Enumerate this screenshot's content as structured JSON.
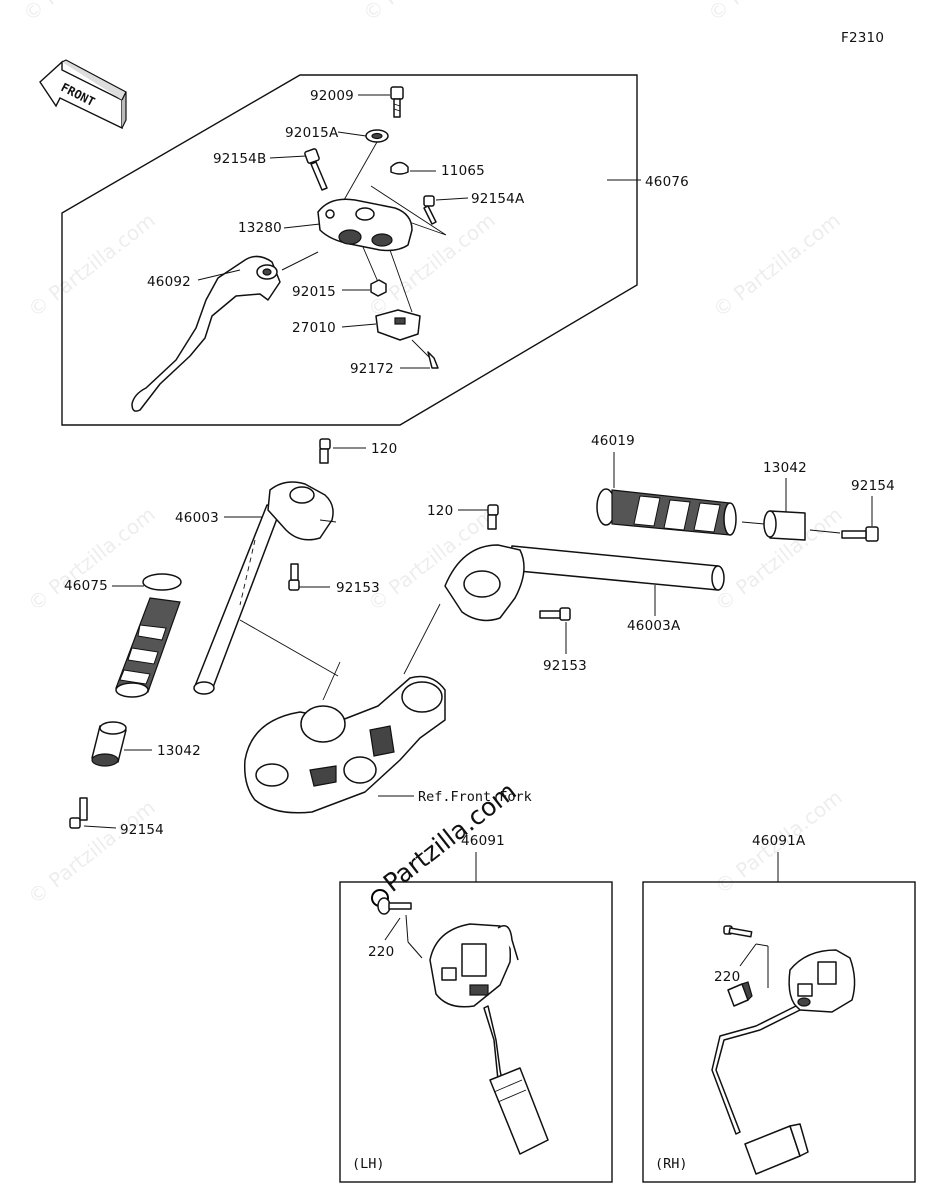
{
  "figure_code": "F2310",
  "front_arrow": "FRONT",
  "watermark": "© Partzilla.com",
  "watermark_big": "Partzilla.com",
  "top_group": {
    "assembly_label": "46076",
    "labels": {
      "p92009": "92009",
      "p92015A": "92015A",
      "p92154B": "92154B",
      "p11065": "11065",
      "p92154A": "92154A",
      "p13280": "13280",
      "p46092": "46092",
      "p92015": "92015",
      "p27010": "27010",
      "p92172": "92172"
    }
  },
  "handlebars": {
    "labels": {
      "p120_left": "120",
      "p46003": "46003",
      "p92153_left": "92153",
      "p46075": "46075",
      "p13042_left": "13042",
      "p92154_left": "92154",
      "p120_right": "120",
      "p46019": "46019",
      "p13042_right": "13042",
      "p92154_right": "92154",
      "p46003A": "46003A",
      "p92153_right": "92153",
      "ref_front_fork": "Ref.Front Fork"
    }
  },
  "switches": {
    "left": {
      "part": "46091",
      "screw": "220",
      "side": "(LH)"
    },
    "right": {
      "part": "46091A",
      "screw": "220",
      "side": "(RH)"
    }
  },
  "icons": [
    "front-arrow-icon",
    "lever-part",
    "grip-part",
    "handlebar-part",
    "switch-housing-part"
  ]
}
